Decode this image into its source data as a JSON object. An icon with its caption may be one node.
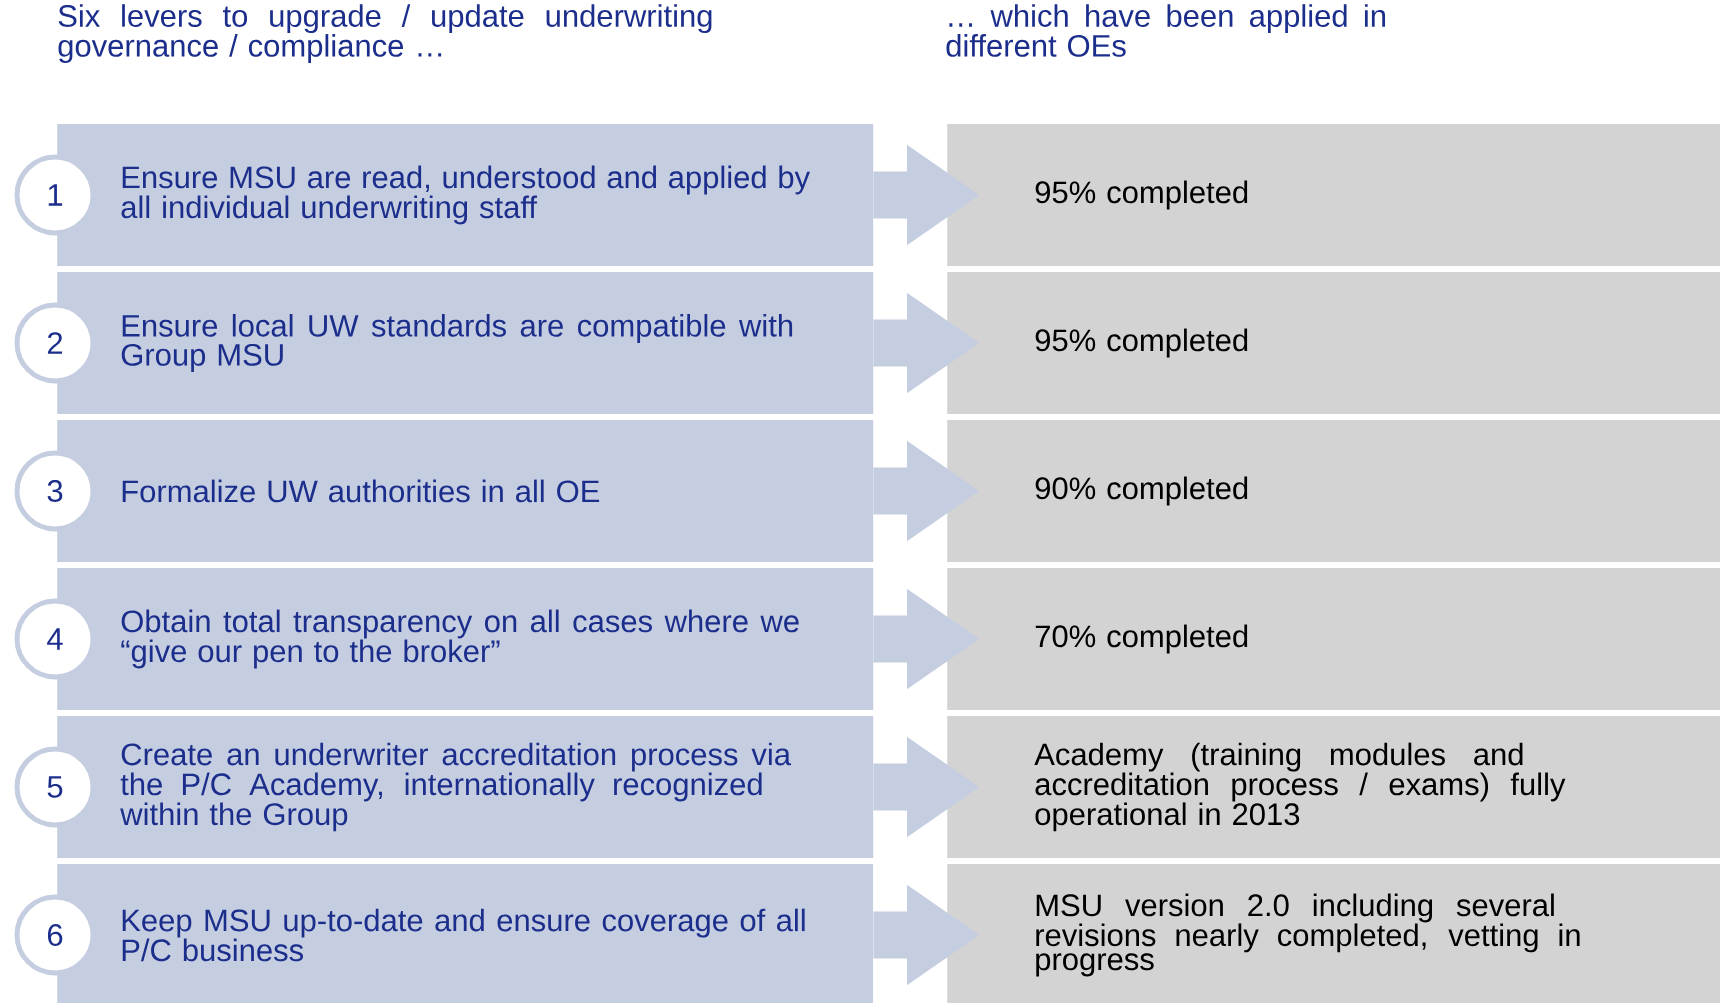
{
  "diagram": {
    "nodes": [
      {
        "text": [
          "1"
        ]
      },
      {
        "text": [
          "Ensure MSU are read, understood and applied by all individual underwriting staff"
        ]
      },
      {
        "text": [
          "95% completed"
        ]
      },
      {
        "text": [
          "2"
        ]
      },
      {
        "text": [
          "Ensure local UW standards are compatible with Group MSU"
        ]
      },
      {
        "text": [
          "95% completed"
        ]
      },
      {
        "text": [
          "3"
        ]
      },
      {
        "text": [
          "Formalize UW authorities in all OE"
        ]
      },
      {
        "text": [
          "90% completed"
        ]
      },
      {
        "text": [
          "4"
        ]
      },
      {
        "text": [
          "Obtain total transparency on all cases where we “give our pen to the broker”"
        ]
      },
      {
        "text": [
          "70% completed"
        ]
      },
      {
        "text": [
          "5"
        ]
      },
      {
        "text": [
          "Create an underwriter accreditation process via the P/C Academy, internationally recognized within the Group"
        ]
      },
      {
        "text": [
          "Academy (training modules and accreditation process / exams) fully operational in 2013"
        ]
      },
      {
        "text": [
          "6"
        ]
      },
      {
        "text": [
          "Keep MSU up-to-date and ensure coverage of all P/C business"
        ]
      },
      {
        "text": [
          "MSU version 2.0 including several revisions nearly completed, vetting in progress"
        ]
      }
    ],
    "edges": [
      {
        "from": 1,
        "to": 2,
        "arrow": "to"
      },
      {
        "from": 4,
        "to": 5,
        "arrow": "to"
      },
      {
        "from": 7,
        "to": 8,
        "arrow": "to"
      },
      {
        "from": 10,
        "to": 11,
        "arrow": "to"
      },
      {
        "from": 13,
        "to": 14,
        "arrow": "to"
      },
      {
        "from": 16,
        "to": 17,
        "arrow": "to"
      }
    ],
    "labels": [
      "Six levers to upgrade / update underwriting governance / compliance …",
      "… which have been applied in different OEs"
    ]
  }
}
